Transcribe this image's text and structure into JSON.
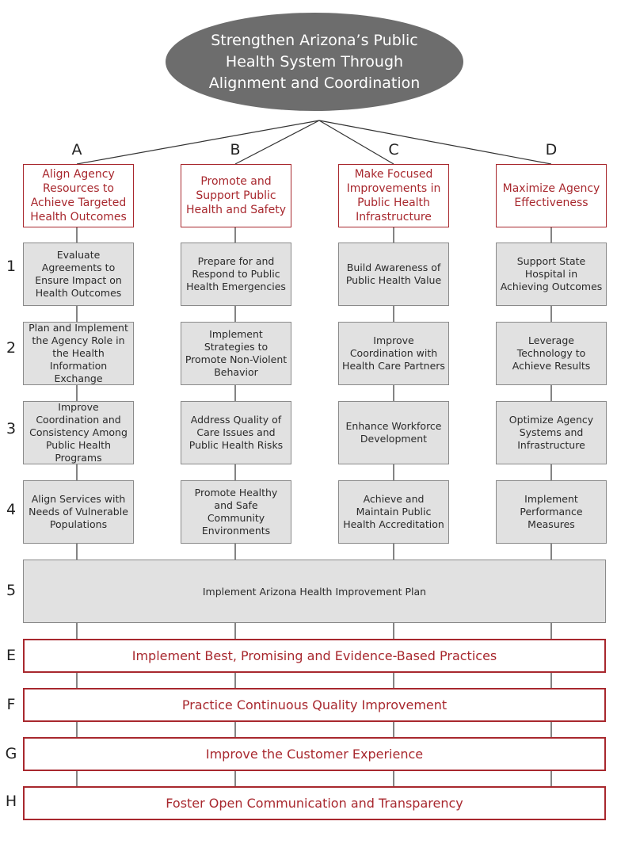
{
  "goal": "Strengthen Arizona’s Public Health System Through Alignment and Coordination",
  "columns": [
    {
      "letter": "A",
      "objective": "Align Agency Resources to Achieve Targeted Health Outcomes",
      "strategies": [
        "Evaluate Agreements to Ensure Impact on Health Outcomes",
        "Plan and Implement the Agency Role in the Health Information Exchange",
        "Improve Coordination and Consistency Among Public Health Programs",
        "Align Services with Needs of Vulnerable Populations"
      ]
    },
    {
      "letter": "B",
      "objective": "Promote and Support Public Health and Safety",
      "strategies": [
        "Prepare for and Respond to Public Health Emergencies",
        "Implement Strategies to Promote Non-Violent Behavior",
        "Address Quality of Care Issues and Public Health Risks",
        "Promote Healthy and Safe Community Environments"
      ]
    },
    {
      "letter": "C",
      "objective": "Make Focused Improvements in Public Health Infrastructure",
      "strategies": [
        "Build Awareness of Public Health Value",
        "Improve Coordination with Health Care Partners",
        "Enhance Workforce Development",
        "Achieve and Maintain Public Health Accreditation"
      ]
    },
    {
      "letter": "D",
      "objective": "Maximize Agency Effectiveness",
      "strategies": [
        "Support State Hospital in Achieving Outcomes",
        "Leverage Technology to Achieve Results",
        "Optimize Agency Systems and Infrastructure",
        "Implement Performance Measures"
      ]
    }
  ],
  "row_numbers": [
    "1",
    "2",
    "3",
    "4",
    "5"
  ],
  "row5": "Implement Arizona Health Improvement Plan",
  "bars": [
    {
      "letter": "E",
      "text": "Implement Best, Promising and Evidence-Based Practices"
    },
    {
      "letter": "F",
      "text": "Practice Continuous Quality Improvement"
    },
    {
      "letter": "G",
      "text": "Improve the Customer Experience"
    },
    {
      "letter": "H",
      "text": "Foster Open Communication and Transparency"
    }
  ],
  "colors": {
    "accent": "#a8282e",
    "goal_fill": "#6d6d6d",
    "box_fill": "#e1e1e1"
  }
}
